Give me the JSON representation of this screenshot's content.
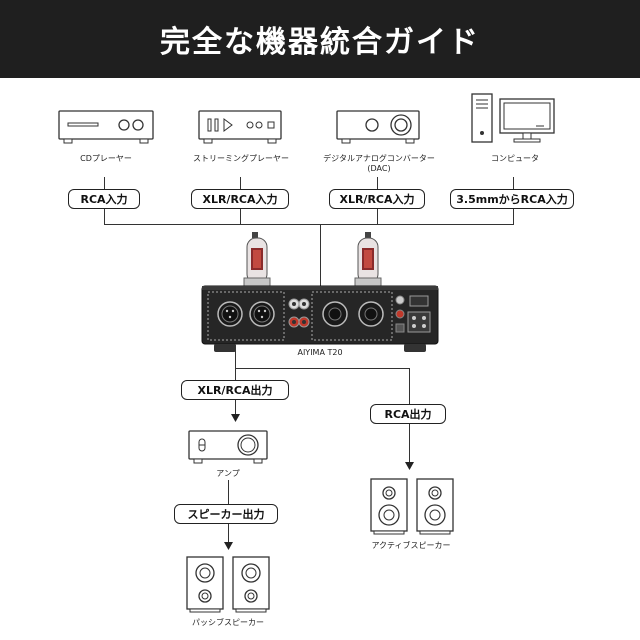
{
  "header": {
    "title": "完全な機器統合ガイド"
  },
  "sources": [
    {
      "label": "CDプレーヤー",
      "input": "RCA入力"
    },
    {
      "label": "ストリーミングプレーヤー",
      "input": "XLR/RCA入力"
    },
    {
      "label": "デジタルアナログコンバーター\n(DAC)",
      "input": "XLR/RCA入力"
    },
    {
      "label": "コンピュータ",
      "input": "3.5mmからRCA入力"
    }
  ],
  "device": {
    "name": "AIYIMA T20"
  },
  "outputs": {
    "xlr_rca": "XLR/RCA出力",
    "rca": "RCA出力",
    "amp_label": "アンプ",
    "speaker_output": "スピーカー出力",
    "active_speakers": "アクティブスピーカー",
    "passive_speakers": "パッシブスピーカー"
  }
}
